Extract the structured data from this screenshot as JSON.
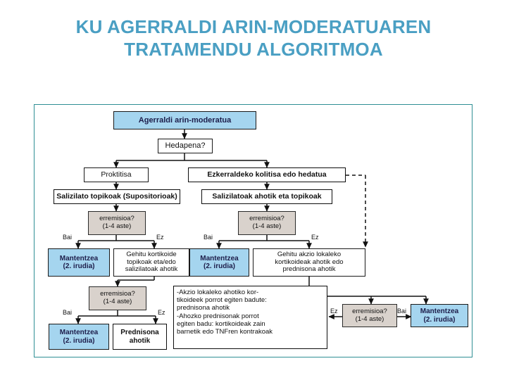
{
  "title": {
    "line1": "KU AGERRALDI ARIN-MODERATUAREN",
    "line2": "TRATAMENDU ALGORITMOA",
    "color": "#4a9fc3"
  },
  "colors": {
    "frame_border": "#2f8f94",
    "blue_fill": "#a5d5ef",
    "gray_fill": "#d9d2cc",
    "box_border": "#111111",
    "title": "#4a9fc3"
  },
  "flowchart": {
    "type": "decision-tree",
    "nodes": [
      {
        "id": "start",
        "label": "Agerraldi arin-moderatua",
        "style": "blue"
      },
      {
        "id": "spread",
        "label": "Hedapena?",
        "style": "plain"
      },
      {
        "id": "proctitis",
        "label": "Proktitisa",
        "style": "plain"
      },
      {
        "id": "leftcolitis",
        "label": "Ezkerraldeko kolitisa edo hedatua",
        "style": "plain-heavy"
      },
      {
        "id": "topical",
        "label": "Salizilato topikoak (Supositorioak)",
        "style": "plain-heavy"
      },
      {
        "id": "oraltopical",
        "label": "Salizilatoak ahotik eta topikoak",
        "style": "plain-heavy"
      },
      {
        "id": "rem1",
        "label": "erremisioa?\n(1-4 aste)",
        "style": "gray"
      },
      {
        "id": "rem2",
        "label": "erremisioa?\n(1-4 aste)",
        "style": "gray"
      },
      {
        "id": "maint1",
        "label": "Mantentzea\n(2. irudia)",
        "style": "blue"
      },
      {
        "id": "addcortic1",
        "label": "Gehitu kortikoide\ntopikoak eta/edo\nsalizilatoak ahotik",
        "style": "plain"
      },
      {
        "id": "maint2",
        "label": "Mantentzea\n(2. irudia)",
        "style": "blue"
      },
      {
        "id": "addcortic2",
        "label": "Gehitu akzio lokaleko\nkortikoideak ahotik edo\nprednisona ahotik",
        "style": "plain"
      },
      {
        "id": "rem3",
        "label": "erremisioa?\n(1-4 aste)",
        "style": "gray"
      },
      {
        "id": "maint3",
        "label": "Mantentzea\n(2. irudia)",
        "style": "blue"
      },
      {
        "id": "prednisone",
        "label": "Prednisona\nahotik",
        "style": "plain-heavy"
      },
      {
        "id": "rem4",
        "label": "erremisioa?\n(1-4 aste)",
        "style": "gray"
      },
      {
        "id": "maint4",
        "label": "Mantentzea\n(2. irudia)",
        "style": "blue"
      },
      {
        "id": "note",
        "label": "-Akzio lokaleko ahotiko kor-\ntikoideek porrot egiten badute:\nprednisona ahotik\n-Ahozko prednisonak porrot\negiten badu: kortikoideak zain\nbarnetik edo TNFren kontrakoak",
        "style": "note"
      }
    ],
    "edge_labels": {
      "bai": "Bai",
      "ez": "Ez"
    },
    "edges": [
      {
        "from": "start",
        "to": "spread",
        "label": ""
      },
      {
        "from": "spread",
        "to": "proctitis",
        "label": ""
      },
      {
        "from": "spread",
        "to": "leftcolitis",
        "label": ""
      },
      {
        "from": "proctitis",
        "to": "topical",
        "label": ""
      },
      {
        "from": "leftcolitis",
        "to": "oraltopical",
        "label": ""
      },
      {
        "from": "topical",
        "to": "rem1",
        "label": ""
      },
      {
        "from": "oraltopical",
        "to": "rem2",
        "label": ""
      },
      {
        "from": "rem1",
        "to": "maint1",
        "label": "Bai"
      },
      {
        "from": "rem1",
        "to": "addcortic1",
        "label": "Ez"
      },
      {
        "from": "rem2",
        "to": "maint2",
        "label": "Bai"
      },
      {
        "from": "rem2",
        "to": "addcortic2",
        "label": "Ez"
      },
      {
        "from": "addcortic1",
        "to": "rem3",
        "label": ""
      },
      {
        "from": "rem3",
        "to": "maint3",
        "label": "Bai"
      },
      {
        "from": "rem3",
        "to": "prednisone",
        "label": "Ez"
      },
      {
        "from": "addcortic2",
        "to": "rem4",
        "label": ""
      },
      {
        "from": "rem4",
        "to": "maint4",
        "label": "Bai"
      },
      {
        "from": "rem4",
        "to": "note",
        "label": "Ez"
      },
      {
        "from": "leftcolitis",
        "to": "addcortic2",
        "label": "",
        "style": "dashed"
      }
    ]
  }
}
